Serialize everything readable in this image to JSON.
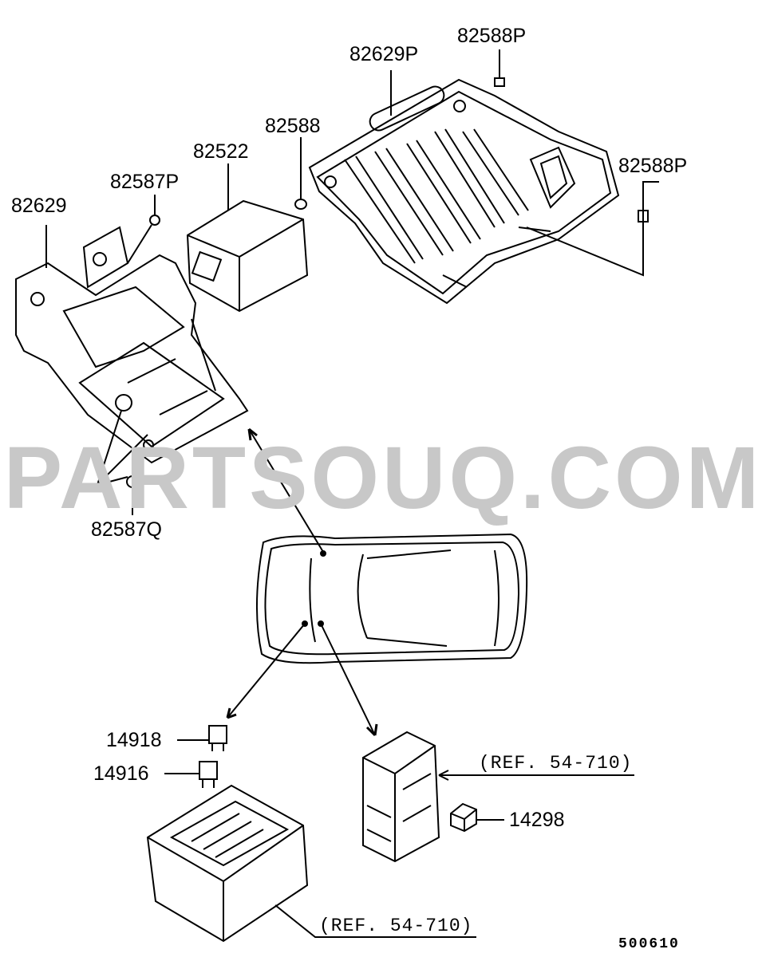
{
  "watermark": "PARTSOUQ.COM",
  "labels": {
    "p82629P": "82629P",
    "p82588P_top": "82588P",
    "p82588": "82588",
    "p82522": "82522",
    "p82587P": "82587P",
    "p82629": "82629",
    "p82588P_right": "82588P",
    "p82587Q": "82587Q",
    "p14918": "14918",
    "p14916": "14916",
    "p14298": "14298"
  },
  "references": {
    "ref_top": "(REF. 54-710)",
    "ref_bottom": "(REF. 54-710)"
  },
  "diagram_code": "500610",
  "colors": {
    "line": "#000000",
    "watermark": "#c8c8c8"
  }
}
